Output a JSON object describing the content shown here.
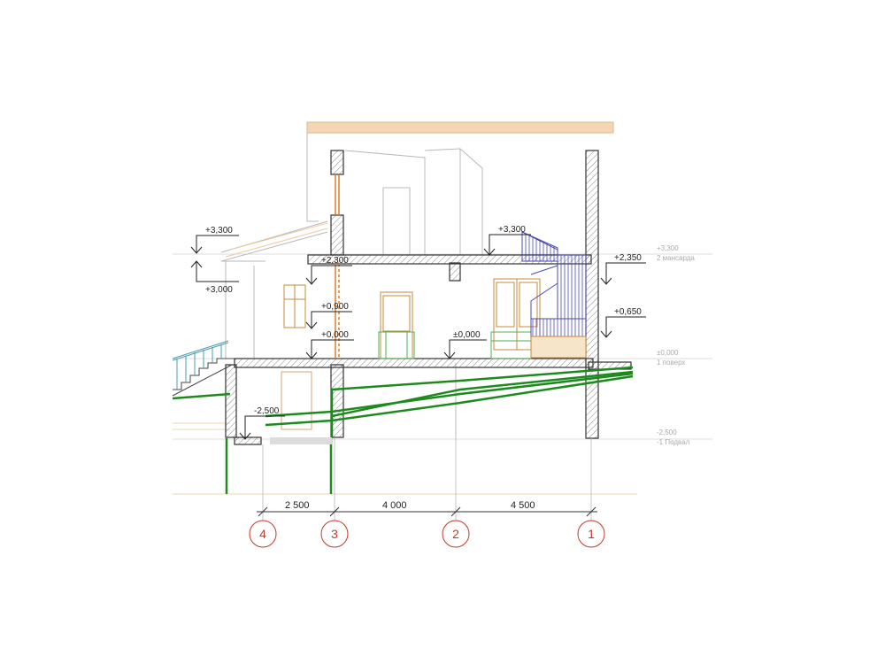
{
  "colors": {
    "line": "#333333",
    "faint": "#b8b8b8",
    "ground": "#1e8a1e",
    "roof": "#f3d7b5",
    "window": "#c8893a",
    "stair": "#4a4ab8",
    "railing": "#4a9fa8",
    "axis": "#c0392b",
    "furniture": "#4caf50"
  },
  "elevations": {
    "top_left": "+3,300",
    "left_lower": "+3,000",
    "slab_center": "+2,300",
    "window_sill": "+0,900",
    "floor_left": "+0,000",
    "floor_center": "±0,000",
    "stair_top": "+3,300",
    "right_upper": "+2,350",
    "right_lower": "+0,650",
    "basement": "-2,500"
  },
  "levels": {
    "level2_value": "+3,300",
    "level2_name": "2 мансарда",
    "level1_value": "±0,000",
    "level1_name": "1 поверх",
    "basement_value": "-2,500",
    "basement_name": "-1 Подвал"
  },
  "dimensions": [
    "2 500",
    "4 000",
    "4 500"
  ],
  "axes": [
    "4",
    "3",
    "2",
    "1"
  ]
}
